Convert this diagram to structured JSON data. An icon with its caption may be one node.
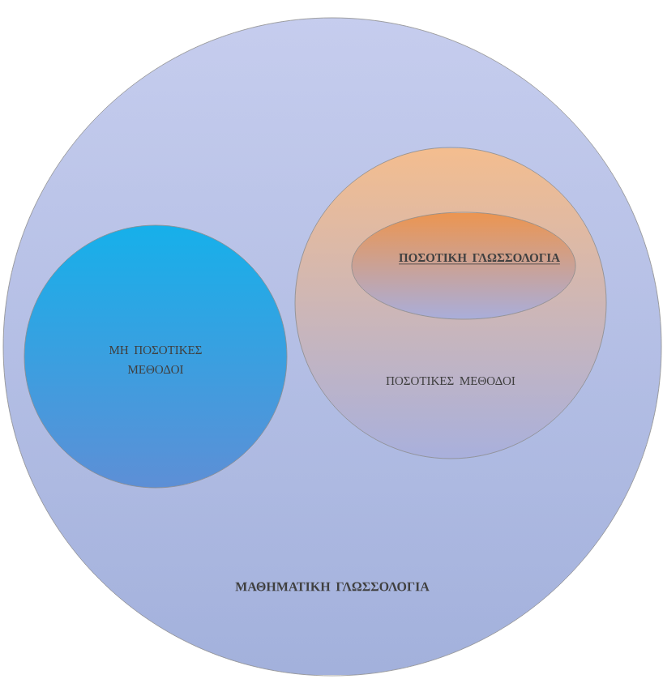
{
  "diagram": {
    "nodes": [
      {
        "text": [
          "ΜΑΘΗΜΑΤΙΚΗ ΓΛΩΣΣΟΛΟΓΙΑ"
        ]
      },
      {
        "text": [
          "ΜΗ ΠΟΣΟΤΙΚΕΣ ΜΕΘΟΔΟΙ"
        ],
        "in": 0
      },
      {
        "text": [
          "ΠΟΣΟΤΙΚΕΣ ΜΕΘΟΔΟΙ"
        ],
        "in": 0
      },
      {
        "text": [
          "ΠΟΣΟΤΙΚΗ ΓΛΩΣΣΟΛΟΓΙΑ"
        ],
        "in": 2
      }
    ]
  }
}
